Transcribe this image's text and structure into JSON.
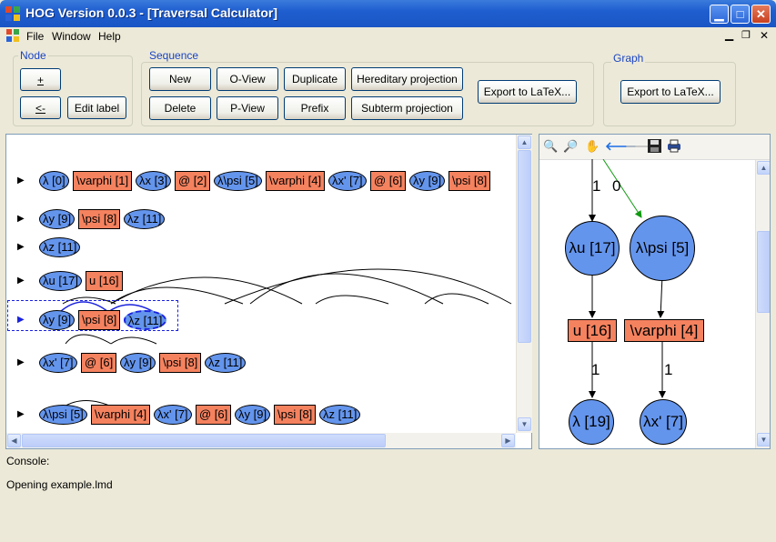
{
  "window": {
    "title": "HOG Version 0.0.3 - [Traversal Calculator]"
  },
  "menu": {
    "file": "File",
    "window": "Window",
    "help": "Help"
  },
  "node_group": {
    "label": "Node",
    "plus": "+",
    "back": "<-",
    "edit_label": "Edit label"
  },
  "sequence_group": {
    "label": "Sequence",
    "new": "New",
    "oview": "O-View",
    "duplicate": "Duplicate",
    "hereditary": "Hereditary projection",
    "delete": "Delete",
    "pview": "P-View",
    "prefix": "Prefix",
    "subterm": "Subterm projection",
    "export": "Export to LaTeX..."
  },
  "graph_group": {
    "label": "Graph",
    "export": "Export to LaTeX..."
  },
  "sequences": [
    {
      "nodes": [
        "λ [0]",
        "\\varphi [1]",
        "λx [3]",
        "@ [2]",
        "λ\\psi [5]",
        "\\varphi [4]",
        "λx' [7]",
        "@ [6]",
        "λy [9]",
        "\\psi [8]"
      ]
    },
    {
      "nodes": [
        "λy [9]",
        "\\psi [8]",
        "λz [11]"
      ]
    },
    {
      "nodes": [
        "λz [11]"
      ]
    },
    {
      "nodes": [
        "λu [17]",
        "u [16]"
      ]
    },
    {
      "nodes": [
        "λy [9]",
        "\\psi [8]",
        "λz [11]"
      ]
    },
    {
      "nodes": [
        "λx' [7]",
        "@ [6]",
        "λy [9]",
        "\\psi [8]",
        "λz [11]"
      ]
    },
    {
      "nodes": [
        "λ\\psi [5]",
        "\\varphi [4]",
        "λx' [7]",
        "@ [6]",
        "λy [9]",
        "\\psi [8]",
        "λz [11]"
      ]
    }
  ],
  "graph": {
    "nodes": [
      "λu [17]",
      "λ\\psi [5]",
      "u [16]",
      "\\varphi [4]",
      "λ [19]",
      "λx' [7]"
    ],
    "edge_labels": [
      "1",
      "0",
      "1",
      "1"
    ]
  },
  "console": {
    "label": "Console:",
    "message": "Opening example.lmd"
  },
  "colors": {
    "lambda_node": "#6495ed",
    "app_node": "#f5825f",
    "selection": "#1a22dd",
    "group_label": "#1a44c4"
  }
}
